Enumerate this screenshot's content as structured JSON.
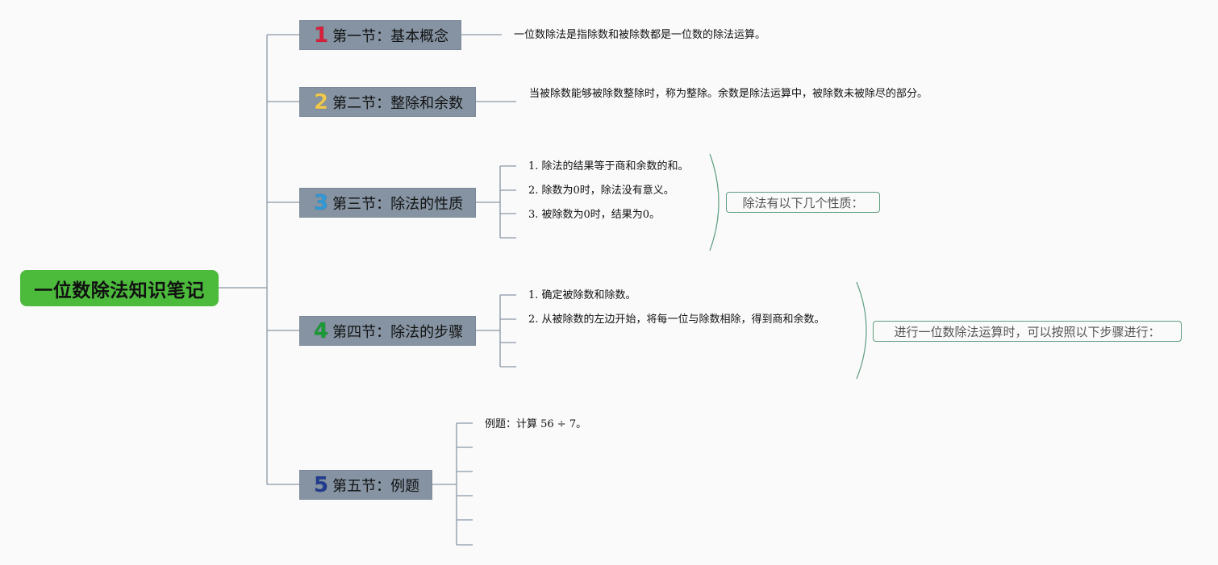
{
  "root": {
    "title": "一位数除法知识笔记"
  },
  "sections": [
    {
      "num": "1",
      "num_color": "#d8203c",
      "title": "第一节：基本概念",
      "items": [
        "一位数除法是指除数和被除数都是一位数的除法运算。"
      ]
    },
    {
      "num": "2",
      "num_color": "#f1c94f",
      "title": "第二节：整除和余数",
      "items": [
        "当被除数能够被除数整除时，称为整除。余数是除法运算中，被除数未被除尽的部分。"
      ]
    },
    {
      "num": "3",
      "num_color": "#2f9ad9",
      "title": "第三节：除法的性质",
      "items": [
        "1. 除法的结果等于商和余数的和。",
        "2. 除数为0时，除法没有意义。",
        "3. 被除数为0时，结果为0。"
      ],
      "summary": "除法有以下几个性质："
    },
    {
      "num": "4",
      "num_color": "#1a9b35",
      "title": "第四节：除法的步骤",
      "items": [
        "1. 确定被除数和除数。",
        "2. 从被除数的左边开始，将每一位与除数相除，得到商和余数。"
      ],
      "summary": "进行一位数除法运算时，可以按照以下步骤进行："
    },
    {
      "num": "5",
      "num_color": "#213c8f",
      "title": "第五节：例题",
      "items": [
        "例题：计算 56 ÷ 7。"
      ]
    }
  ],
  "colors": {
    "root_bg": "#4cbb3c",
    "section_bg": "#8593a2",
    "line": "#8a97a6",
    "bracket": "#5e9e80"
  }
}
